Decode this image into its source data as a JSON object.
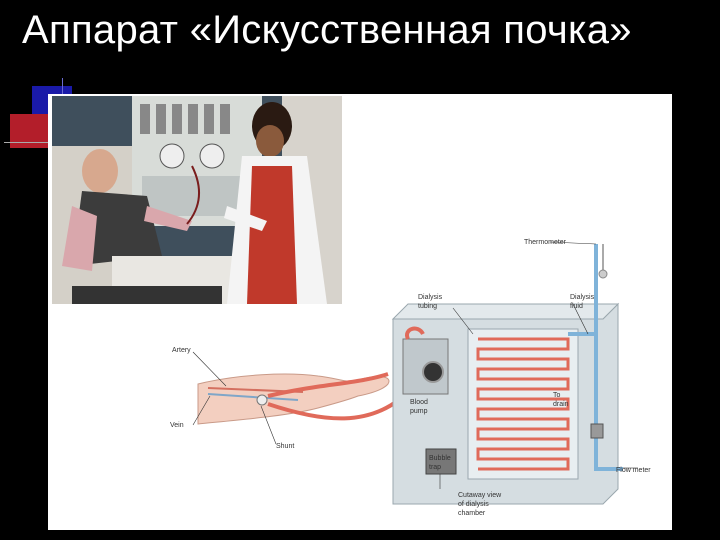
{
  "slide": {
    "title": "Аппарат «Искусственная почка»"
  },
  "diagram": {
    "labels": {
      "thermometer": "Thermometer",
      "dialysis_tubing_1": "Dialysis",
      "dialysis_tubing_2": "tubing",
      "dialysis_fluid_1": "Dialysis",
      "dialysis_fluid_2": "fluid",
      "artery": "Artery",
      "vein": "Vein",
      "shunt": "Shunt",
      "blood_pump_1": "Blood",
      "blood_pump_2": "pump",
      "to_drain_1": "To",
      "to_drain_2": "drain",
      "bubble_trap_1": "Bubble",
      "bubble_trap_2": "trap",
      "flow_meter": "Flow meter",
      "cutaway_1": "Cutaway view",
      "cutaway_2": "of dialysis",
      "cutaway_3": "chamber"
    }
  },
  "colors": {
    "background": "#000000",
    "title": "#ffffff",
    "blood_tubing": "#e06a5a",
    "dialysis_fluid": "#7fb3d9",
    "chamber": "#c9d4da"
  }
}
